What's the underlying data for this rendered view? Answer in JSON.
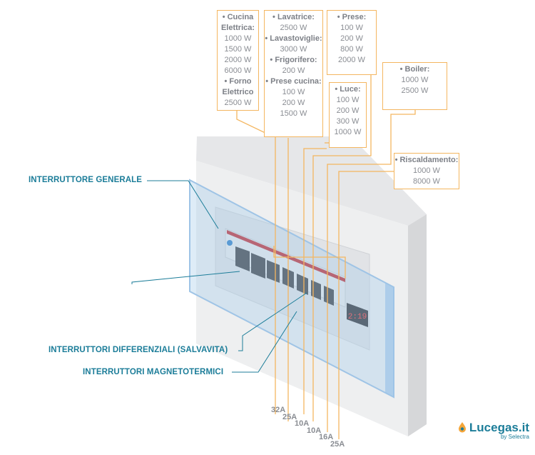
{
  "labels": {
    "general": "INTERRUTTORE GENERALE",
    "differential": "INTERRUTTORI DIFFERENZIALI (SALVAVITA)",
    "magnetothermal": "INTERRUTTORI MAGNETOTERMICI"
  },
  "boxes": [
    {
      "lines": [
        {
          "text": "• Cucina",
          "title": true
        },
        {
          "text": "Elettrica:",
          "title": true
        },
        {
          "text": "1000 W"
        },
        {
          "text": "1500 W"
        },
        {
          "text": "2000 W"
        },
        {
          "text": "6000 W"
        },
        {
          "text": "• Forno",
          "title": true
        },
        {
          "text": "Elettrico",
          "title": true
        },
        {
          "text": "2500 W"
        }
      ]
    },
    {
      "lines": [
        {
          "text": "• Lavatrice:",
          "title": true
        },
        {
          "text": "2500 W"
        },
        {
          "text": "• Lavastoviglie:",
          "title": true
        },
        {
          "text": "3000 W"
        },
        {
          "text": "• Frigorifero:",
          "title": true
        },
        {
          "text": "200 W"
        },
        {
          "text": "• Prese cucina:",
          "title": true
        },
        {
          "text": "100 W"
        },
        {
          "text": "200 W"
        },
        {
          "text": "1500 W"
        }
      ]
    },
    {
      "lines": [
        {
          "text": "• Prese:",
          "title": true
        },
        {
          "text": "100 W"
        },
        {
          "text": "200 W"
        },
        {
          "text": "800 W"
        },
        {
          "text": "2000 W"
        }
      ]
    },
    {
      "lines": [
        {
          "text": "• Luce:",
          "title": true
        },
        {
          "text": "100 W"
        },
        {
          "text": "200 W"
        },
        {
          "text": "300 W"
        },
        {
          "text": "1000 W"
        }
      ]
    },
    {
      "lines": [
        {
          "text": "• Boiler:",
          "title": true
        },
        {
          "text": "1000 W"
        },
        {
          "text": "2500 W"
        }
      ]
    },
    {
      "lines": [
        {
          "text": "• Riscaldamento:",
          "title": true
        },
        {
          "text": "1000 W"
        },
        {
          "text": "8000 W"
        }
      ]
    }
  ],
  "amperages": [
    "32A",
    "25A",
    "10A",
    "10A",
    "16A",
    "25A"
  ],
  "display_value": "2:19",
  "logo": {
    "brand": "Lucegas.it",
    "by": "by Selectra"
  },
  "colors": {
    "accent_orange": "#f4b660",
    "label_blue": "#1c7d99",
    "breaker_red": "#c0282e",
    "glass_blue": "#a9cdea"
  }
}
